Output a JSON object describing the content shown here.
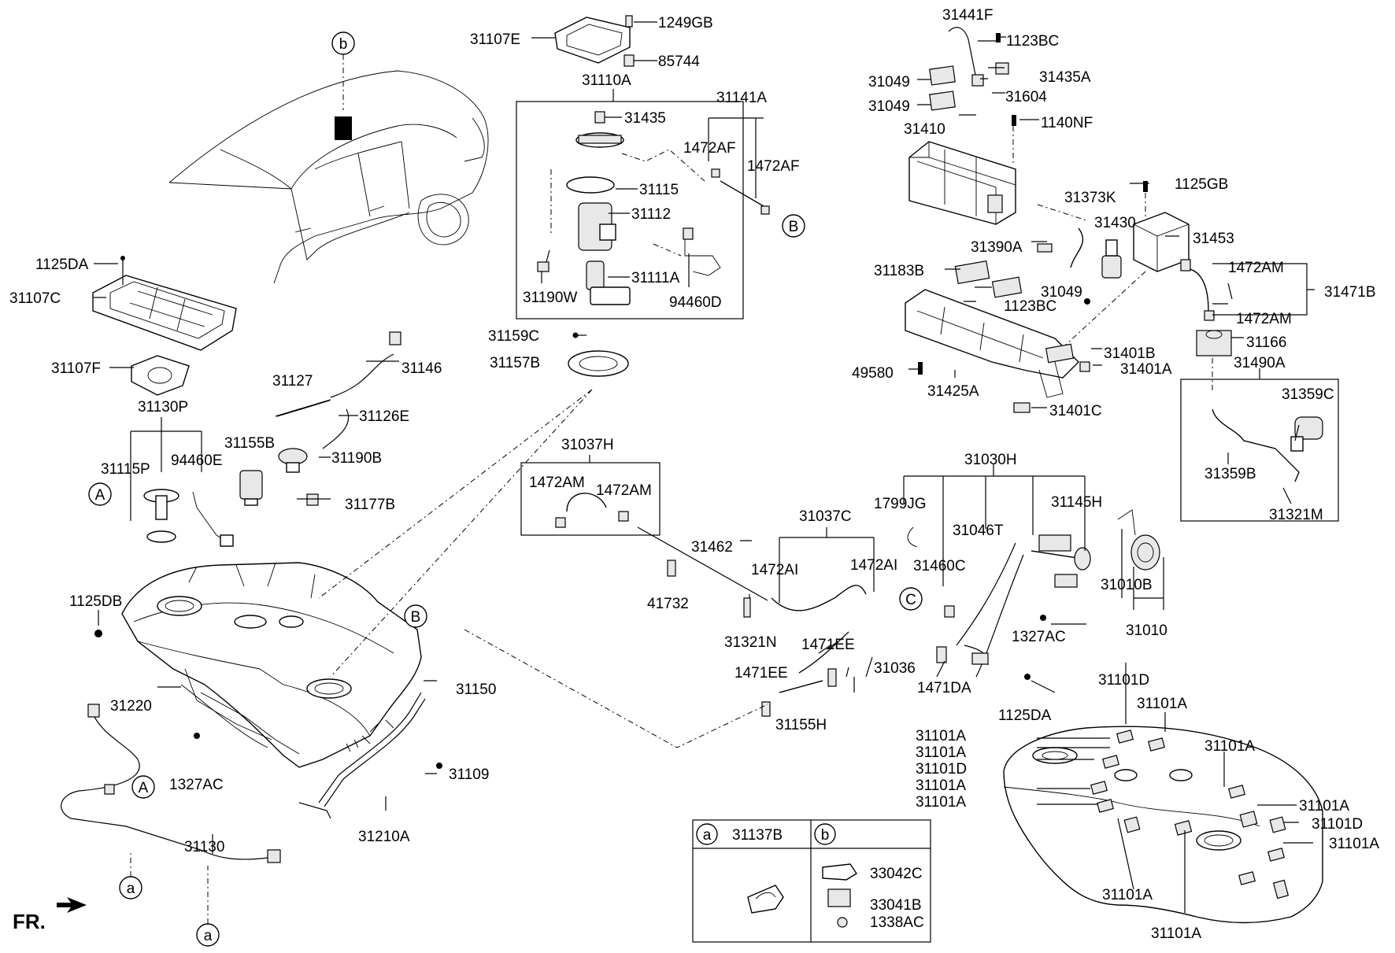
{
  "labels": {
    "p31107E": "31107E",
    "p1249GB": "1249GB",
    "p85744": "85744",
    "p31110A": "31110A",
    "p31435": "31435",
    "p31115": "31115",
    "p31112": "31112",
    "p31111A": "31111A",
    "p31190W": "31190W",
    "p94460D": "94460D",
    "p31141A": "31141A",
    "p1472AF_1": "1472AF",
    "p1472AF_2": "1472AF",
    "p1125DA_1": "1125DA",
    "p31107C": "31107C",
    "p31107F": "31107F",
    "p31159C": "31159C",
    "p31157B": "31157B",
    "p31127": "31127",
    "p31146": "31146",
    "p31126E": "31126E",
    "p31130P": "31130P",
    "p31115P": "31115P",
    "p94460E": "94460E",
    "p31155B": "31155B",
    "p31190B": "31190B",
    "p31177B": "31177B",
    "p1125DB": "1125DB",
    "p31220": "31220",
    "p31150": "31150",
    "p1327AC_1": "1327AC",
    "p31109": "31109",
    "p31210A": "31210A",
    "p31130": "31130",
    "p31037H": "31037H",
    "p1472AM_1": "1472AM",
    "p1472AM_2": "1472AM",
    "p31462": "31462",
    "p41732": "41732",
    "p31037C": "31037C",
    "p1472AI_1": "1472AI",
    "p1472AI_2": "1472AI",
    "p31321N": "31321N",
    "p1471EE_1": "1471EE",
    "p1471EE_2": "1471EE",
    "p31036": "31036",
    "p1471DA": "1471DA",
    "p31155H": "31155H",
    "p31030H": "31030H",
    "p1799JG": "1799JG",
    "p31046T": "31046T",
    "p31460C": "31460C",
    "p31145H": "31145H",
    "p1327AC_2": "1327AC",
    "p1125DA_2": "1125DA",
    "p31010B": "31010B",
    "p31010": "31010",
    "p31441F": "31441F",
    "p1123BC_1": "1123BC",
    "p31435A": "31435A",
    "p31604": "31604",
    "p31049_1": "31049",
    "p31049_2": "31049",
    "p1140NF": "1140NF",
    "p31410": "31410",
    "p31373K": "31373K",
    "p1125GB": "1125GB",
    "p31430": "31430",
    "p31453": "31453",
    "p31390A": "31390A",
    "p31183B": "31183B",
    "p31049_3": "31049",
    "p1123BC_2": "1123BC",
    "p1472AM_3": "1472AM",
    "p1472AM_4": "1472AM",
    "p31471B": "31471B",
    "p31166": "31166",
    "p31490A": "31490A",
    "p31401B": "31401B",
    "p31401A": "31401A",
    "p49580": "49580",
    "p31425A": "31425A",
    "p31401C": "31401C",
    "p31359C": "31359C",
    "p31359B": "31359B",
    "p31321M": "31321M",
    "p31101D_1": "31101D",
    "p31101A_1": "31101A",
    "p31101A_2": "31101A",
    "p31101A_3": "31101A",
    "p31101D_2": "31101D",
    "p31101A_4": "31101A",
    "p31101A_5": "31101A",
    "p31101A_6": "31101A",
    "p31101A_7": "31101A",
    "p31101D_3": "31101D",
    "p31101A_8": "31101A",
    "p31101A_9": "31101A",
    "p31101A_10": "31101A",
    "p31137B": "31137B",
    "p33042C": "33042C",
    "p33041B": "33041B",
    "p1338AC": "1338AC"
  },
  "callouts": {
    "A1": "A",
    "A2": "A",
    "B1": "B",
    "B2": "B",
    "C1": "C",
    "a1": "a",
    "a2": "a",
    "a3": "a",
    "b1": "b",
    "b2": "b"
  },
  "direction_label": "FR."
}
